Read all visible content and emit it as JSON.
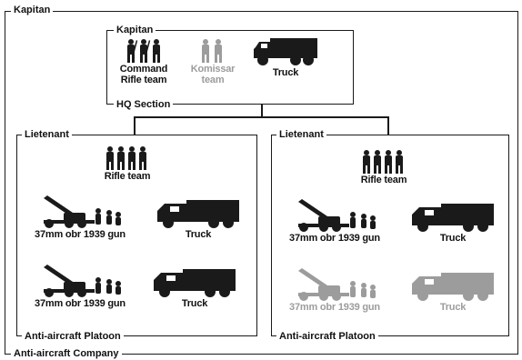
{
  "company": {
    "top_label": "Kapitan",
    "bottom_label": "Anti-aircraft Company"
  },
  "hq": {
    "top_label": "Kapitan",
    "bottom_label": "HQ Section",
    "units": [
      {
        "label_lines": [
          "Command",
          "Rifle team"
        ],
        "icon": "soldiers-icon",
        "muted": false
      },
      {
        "label_lines": [
          "Komissar",
          "team"
        ],
        "icon": "soldiers-icon",
        "muted": true
      },
      {
        "label_lines": [
          "Truck"
        ],
        "icon": "truck-icon",
        "muted": false
      }
    ]
  },
  "platoons": [
    {
      "top_label": "Lietenant",
      "bottom_label": "Anti-aircraft Platoon",
      "rifle_team": "Rifle team",
      "guns": [
        {
          "gun_label": "37mm obr 1939 gun",
          "truck_label": "Truck",
          "muted": false
        },
        {
          "gun_label": "37mm obr 1939 gun",
          "truck_label": "Truck",
          "muted": false
        }
      ]
    },
    {
      "top_label": "Lietenant",
      "bottom_label": "Anti-aircraft Platoon",
      "rifle_team": "Rifle team",
      "guns": [
        {
          "gun_label": "37mm obr 1939 gun",
          "truck_label": "Truck",
          "muted": false
        },
        {
          "gun_label": "37mm obr 1939 gun",
          "truck_label": "Truck",
          "muted": true
        }
      ]
    }
  ],
  "colors": {
    "ink": "#1a1a1a",
    "muted": "#9c9c9c",
    "background": "#ffffff"
  }
}
